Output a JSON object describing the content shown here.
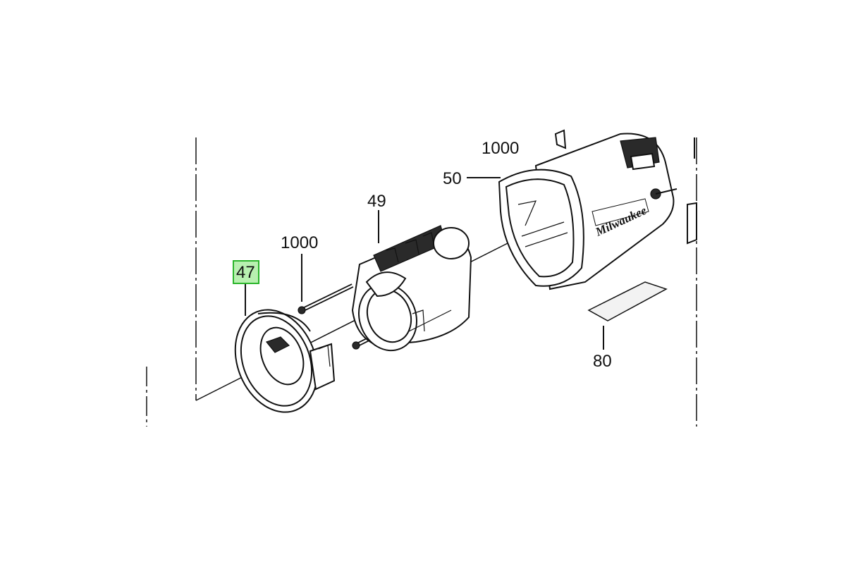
{
  "diagram": {
    "labels": {
      "part_47": "47",
      "part_1000_screw": "1000",
      "part_49": "49",
      "part_1000_top": "1000",
      "part_50": "50",
      "part_80": "80"
    },
    "brand_mark": "Milwaukee",
    "colors": {
      "highlight_fill": "#b8f0b0",
      "highlight_border": "#2bb52b",
      "ink": "#111111"
    }
  }
}
